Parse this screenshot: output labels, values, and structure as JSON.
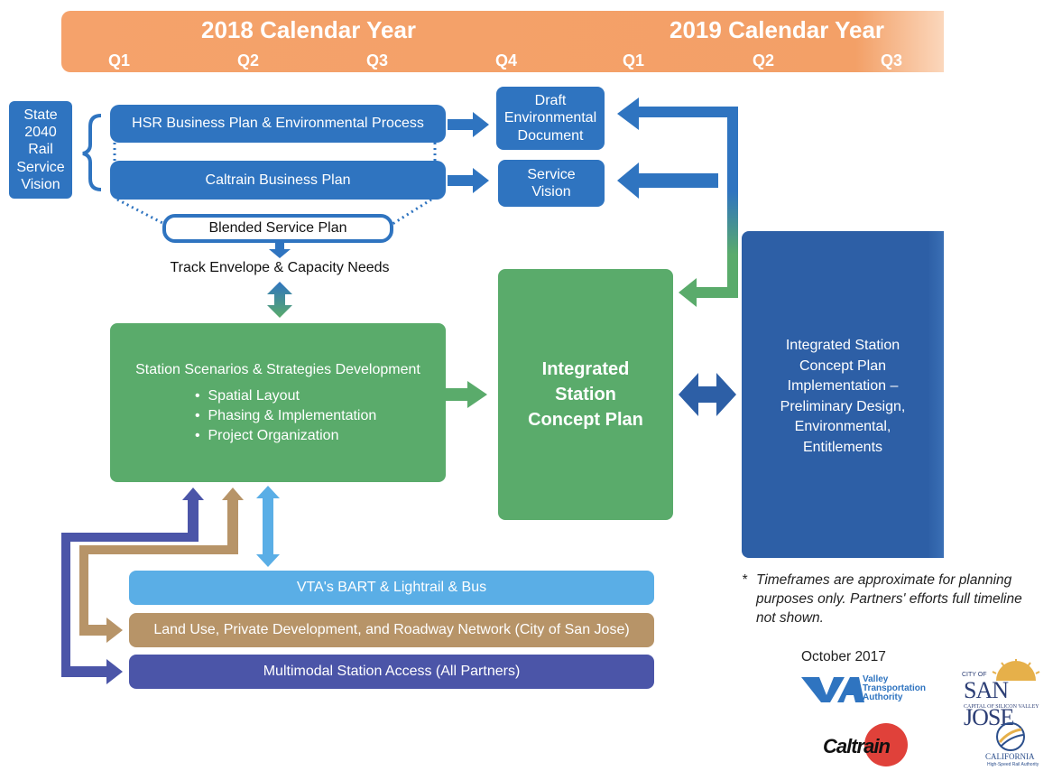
{
  "timeline": {
    "year_2018": "2018 Calendar Year",
    "year_2019": "2019 Calendar Year",
    "quarters": [
      "Q1",
      "Q2",
      "Q3",
      "Q4",
      "Q1",
      "Q2",
      "Q3"
    ]
  },
  "boxes": {
    "state_vision": "State 2040 Rail Service Vision",
    "hsr": "HSR Business Plan & Environmental Process",
    "caltrain": "Caltrain Business Plan",
    "blended": "Blended Service Plan",
    "draft_env": "Draft Environmental Document",
    "service_vision": "Service Vision",
    "track_envelope": "Track Envelope & Capacity Needs",
    "scenarios_title": "Station Scenarios & Strategies Development",
    "scenarios_bullets": [
      "Spatial Layout",
      "Phasing & Implementation",
      "Project Organization"
    ],
    "integrated": "Integrated Station Concept Plan",
    "implementation": "Integrated Station Concept Plan Implementation – Preliminary Design, Environmental, Entitlements"
  },
  "bars": {
    "vta": "VTA's BART & Lightrail & Bus",
    "land_use": "Land Use, Private Development, and Roadway Network (City of San Jose)",
    "multimodal": "Multimodal Station Access (All Partners)"
  },
  "footnote": {
    "asterisk": "*",
    "text": "Timeframes are approximate for planning purposes only. Partners' efforts full timeline not shown."
  },
  "date": "October 2017",
  "logos": {
    "vta": "Valley Transportation Authority",
    "vta_mark": "VTA",
    "san_jose_top": "CITY OF",
    "san_jose": "SAN JOSE",
    "san_jose_sub": "CAPITAL OF SILICON VALLEY",
    "caltrain": "Caltrain",
    "california": "CALIFORNIA",
    "california_sub": "High-Speed Rail Authority"
  },
  "colors": {
    "orange": "#f5a26b",
    "blue": "#2f74c0",
    "green": "#5aab6b",
    "light_blue": "#5aaee6",
    "tan": "#b79468",
    "purple": "#4b55a8",
    "dark_blue": "#2d5fa6"
  }
}
